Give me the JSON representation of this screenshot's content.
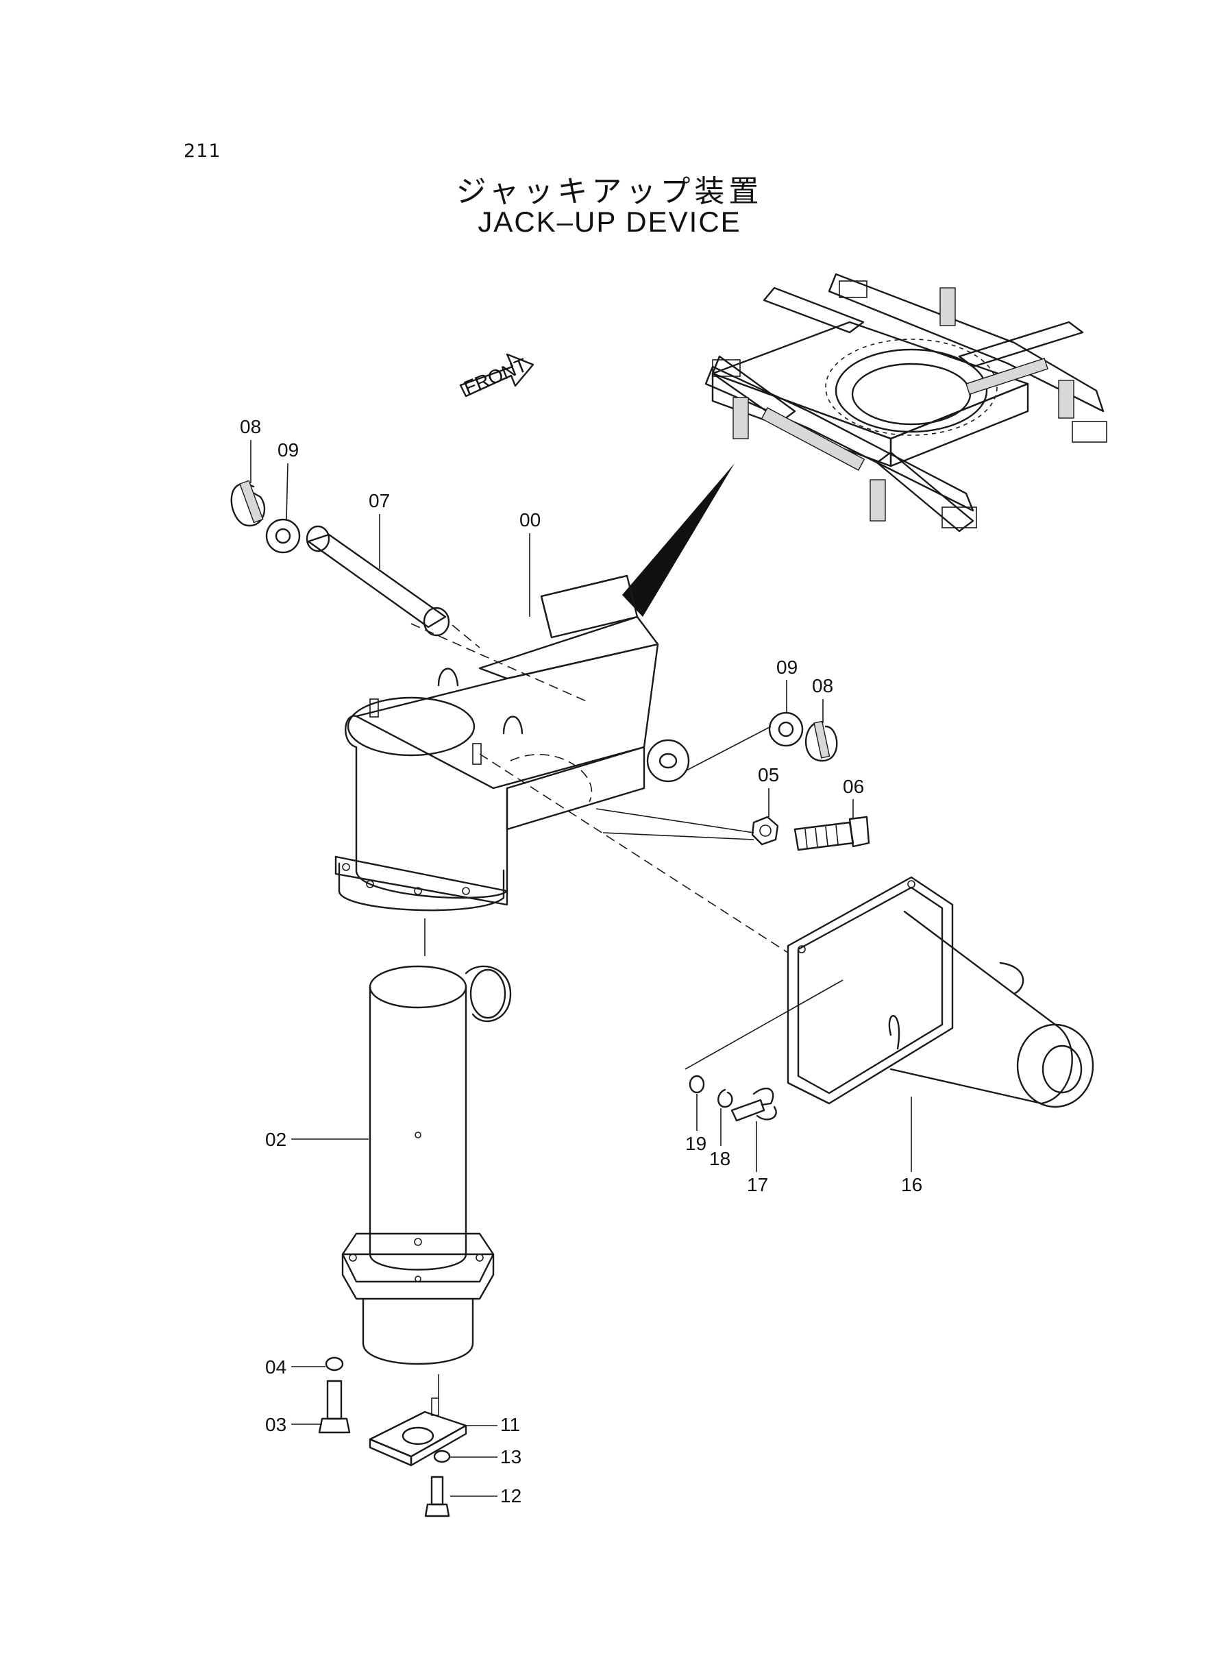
{
  "page_number": "211",
  "title_jp": "ジャッキアップ装置",
  "title_en": "JACK–UP DEVICE",
  "front_arrow_label": "FRONT",
  "callouts": [
    {
      "id": "08",
      "part": "08"
    },
    {
      "id": "09",
      "part": "09"
    },
    {
      "id": "07",
      "part": "07"
    },
    {
      "id": "00",
      "part": "00"
    },
    {
      "id": "09b",
      "part": "09"
    },
    {
      "id": "08b",
      "part": "08"
    },
    {
      "id": "05",
      "part": "05"
    },
    {
      "id": "06",
      "part": "06"
    },
    {
      "id": "02",
      "part": "02"
    },
    {
      "id": "19",
      "part": "19"
    },
    {
      "id": "18",
      "part": "18"
    },
    {
      "id": "17",
      "part": "17"
    },
    {
      "id": "16",
      "part": "16"
    },
    {
      "id": "04",
      "part": "04"
    },
    {
      "id": "03",
      "part": "03"
    },
    {
      "id": "11",
      "part": "11"
    },
    {
      "id": "13",
      "part": "13"
    },
    {
      "id": "12",
      "part": "12"
    }
  ]
}
